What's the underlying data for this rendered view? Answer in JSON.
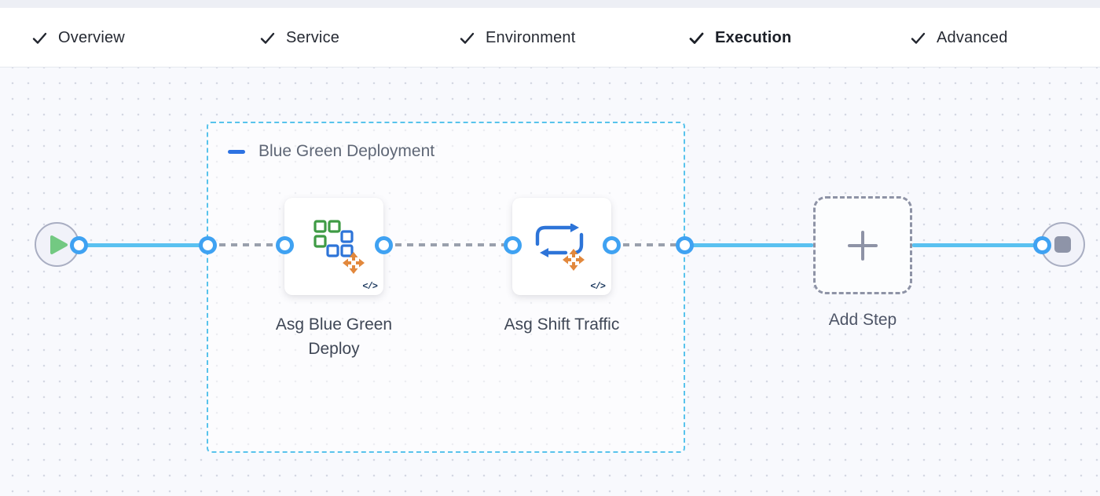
{
  "tabs": {
    "items": [
      {
        "label": "Overview",
        "checked": true,
        "active": false
      },
      {
        "label": "Service",
        "checked": true,
        "active": false
      },
      {
        "label": "Environment",
        "checked": true,
        "active": false
      },
      {
        "label": "Execution",
        "checked": true,
        "active": true
      },
      {
        "label": "Advanced",
        "checked": true,
        "active": false
      }
    ]
  },
  "pipeline": {
    "start_node": {
      "icon": "play-icon"
    },
    "end_node": {
      "icon": "stop-icon"
    },
    "group": {
      "label": "Blue Green Deployment",
      "collapse_icon": "minus-icon"
    },
    "steps": [
      {
        "label": "Asg Blue Green Deploy",
        "icon": "asg-blue-green-squares-icon",
        "code_badge": "</>"
      },
      {
        "label": "Asg Shift Traffic",
        "icon": "shift-traffic-arrows-icon",
        "code_badge": "</>"
      }
    ],
    "add_step": {
      "label": "Add Step",
      "icon": "plus-icon"
    }
  },
  "colors": {
    "active_tab_underline": "#2b6cd4",
    "solid_edge": "#5ac1f0",
    "dashed_edge": "#9aa0ad",
    "port_ring": "#3fa2f2",
    "group_border": "#58c3ec",
    "group_minus": "#2d72e2",
    "play_green": "#73c982",
    "stop_gray": "#8e94a8",
    "asg_green": "#3f9b45",
    "asg_blue": "#2d74d8",
    "move_orange": "#e2883c"
  }
}
